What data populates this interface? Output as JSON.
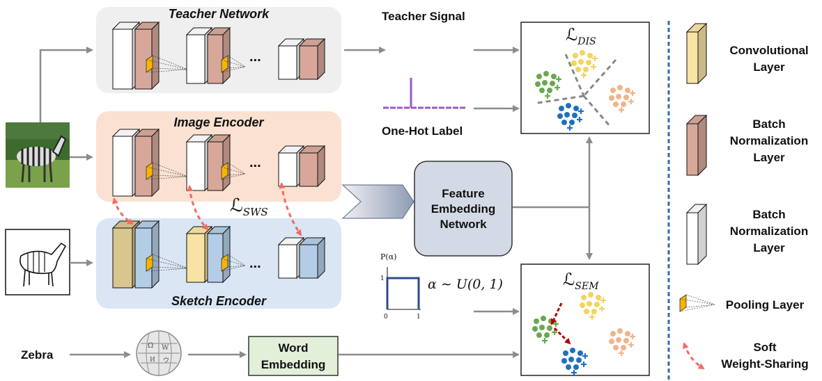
{
  "networks": {
    "teacher": {
      "title": "Teacher Network"
    },
    "image": {
      "title": "Image Encoder"
    },
    "sketch": {
      "title": "Sketch Encoder"
    },
    "ellipsis": "..."
  },
  "signals": {
    "teacher_signal": "Teacher Signal",
    "one_hot_label": "One-Hot Label"
  },
  "losses": {
    "dis": {
      "main": "ℒ",
      "sub": "DIS"
    },
    "sws": {
      "main": "ℒ",
      "sub": "SWS"
    },
    "sem": {
      "main": "ℒ",
      "sub": "SEM"
    }
  },
  "feature_network": {
    "lines": [
      "Feature",
      "Embedding",
      "Network"
    ]
  },
  "word_embedding": {
    "lines": [
      "Word",
      "Embedding"
    ]
  },
  "input_word": "Zebra",
  "distribution": {
    "ylabel": "P(α)",
    "tick_y": "1",
    "tick_x0": "0",
    "tick_x1": "1",
    "formula": "α ∼ U(0, 1)"
  },
  "legend": {
    "conv": [
      "Convolutional",
      "Layer"
    ],
    "bn_colored": [
      "Batch",
      "Normalization",
      "Layer"
    ],
    "bn_white": [
      "Batch",
      "Normalization",
      "Layer"
    ],
    "pooling": "Pooling Layer",
    "soft": [
      "Soft",
      "Weight-Sharing"
    ]
  },
  "colors": {
    "teacher_bg": "#efefef",
    "image_bg": "#fbe1d1",
    "sketch_bg": "#dae6f4",
    "conv": "#f7e3a4",
    "bn_teacher": "#d7a89a",
    "bn_image": "#d7a89a",
    "bn_sketch": "#b3cde6",
    "pool": "#f7b500",
    "feature_box": "#d3dae5",
    "word_box": "#e2efd9",
    "onehot": "#9a58c5",
    "uniform": "#2e4a8c",
    "green": "#6aa84f",
    "yellow": "#f4d35e",
    "orange": "#f1b48a",
    "blue": "#1f6fbf",
    "arrow_gray": "#8c8c8c",
    "sws_arrow": "#f06a64",
    "sem_arrow": "#b00000",
    "divider": "#2f6db3"
  }
}
